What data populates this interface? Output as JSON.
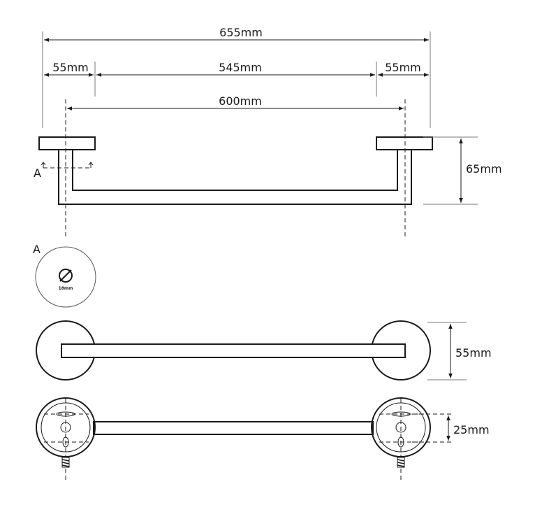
{
  "dimensions": {
    "overall": "655mm",
    "left_margin": "55mm",
    "between_posts": "545mm",
    "right_margin": "55mm",
    "centers": "600mm",
    "height": "65mm",
    "flange_diameter": "55mm",
    "fixing_spacing": "25mm"
  },
  "section": {
    "marker": "A",
    "title": "A",
    "tube_diameter": "18mm"
  },
  "icons": {
    "diameter_symbol": "diameter-symbol-icon",
    "screw": "screw-icon"
  },
  "colors": {
    "line": "#1a1a1a"
  }
}
